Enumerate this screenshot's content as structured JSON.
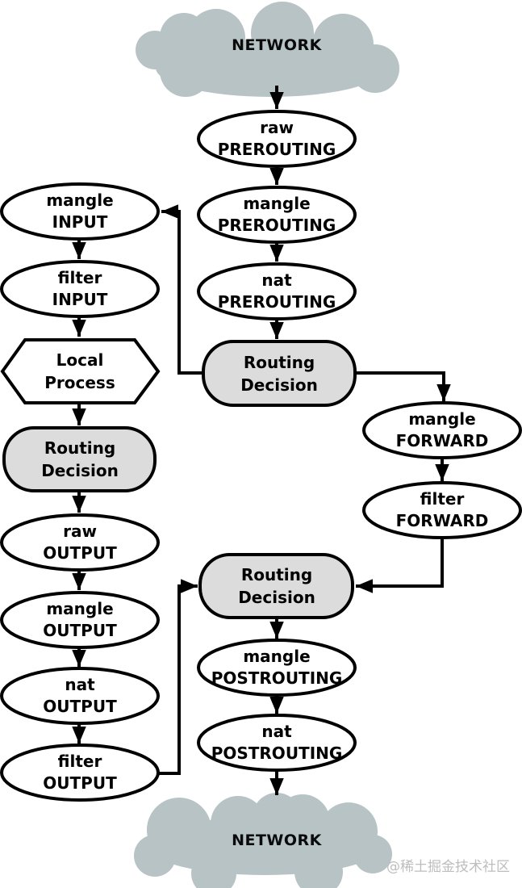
{
  "colors": {
    "background": "#ffffff",
    "cloud": "#b7c3c4",
    "node_fill": "#ffffff",
    "decision_fill": "#dcdcdc",
    "stroke": "#000000",
    "watermark": "#bdbdbd"
  },
  "clouds": {
    "top": {
      "label": "NETWORK"
    },
    "bottom": {
      "label": "NETWORK"
    }
  },
  "nodes": {
    "raw_prerouting": {
      "line1": "raw",
      "line2": "PREROUTING"
    },
    "mangle_prerouting": {
      "line1": "mangle",
      "line2": "PREROUTING"
    },
    "nat_prerouting": {
      "line1": "nat",
      "line2": "PREROUTING"
    },
    "routing_decision_main": {
      "line1": "Routing",
      "line2": "Decision"
    },
    "mangle_input": {
      "line1": "mangle",
      "line2": "INPUT"
    },
    "filter_input": {
      "line1": "filter",
      "line2": "INPUT"
    },
    "local_process": {
      "line1": "Local",
      "line2": "Process"
    },
    "routing_decision_local": {
      "line1": "Routing",
      "line2": "Decision"
    },
    "raw_output": {
      "line1": "raw",
      "line2": "OUTPUT"
    },
    "mangle_output": {
      "line1": "mangle",
      "line2": "OUTPUT"
    },
    "nat_output": {
      "line1": "nat",
      "line2": "OUTPUT"
    },
    "filter_output": {
      "line1": "filter",
      "line2": "OUTPUT"
    },
    "mangle_forward": {
      "line1": "mangle",
      "line2": "FORWARD"
    },
    "filter_forward": {
      "line1": "filter",
      "line2": "FORWARD"
    },
    "routing_decision_post": {
      "line1": "Routing",
      "line2": "Decision"
    },
    "mangle_postrouting": {
      "line1": "mangle",
      "line2": "POSTROUTING"
    },
    "nat_postrouting": {
      "line1": "nat",
      "line2": "POSTROUTING"
    }
  },
  "watermark": {
    "text": "@稀土掘金技术社区"
  }
}
